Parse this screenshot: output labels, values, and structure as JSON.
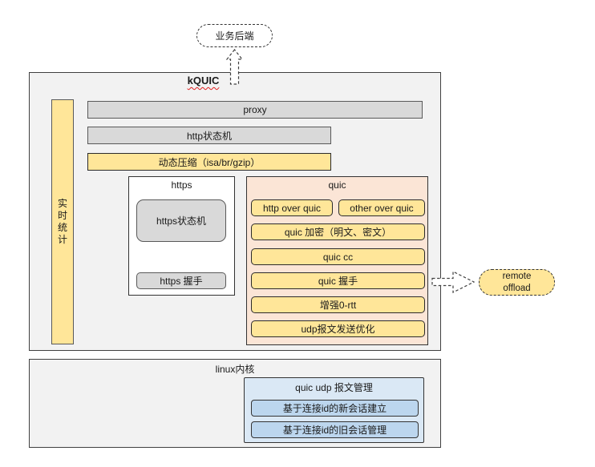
{
  "colors": {
    "canvas-bg": "#ffffff",
    "panel-bg": "#f2f2f2",
    "panel-border": "#404040",
    "gray-fill": "#d9d9d9",
    "gray-border": "#595959",
    "yellow-fill": "#ffe699",
    "yellow-border": "#2b2b2b",
    "peach-fill": "#fbe5d6",
    "blue-fill": "#dae8f5",
    "blue-row-fill": "#bcd6ee",
    "dark-border": "#333333",
    "squiggle": "#e01e1e"
  },
  "backend": {
    "label": "业务后端"
  },
  "kquic": {
    "title": "kQUIC",
    "stats": {
      "label": "实时统计",
      "chars": [
        "实",
        "时",
        "统",
        "计"
      ]
    },
    "proxy": "proxy",
    "http_state_machine": "http状态机",
    "dynamic_compression": "动态压缩（isa/br/gzip）",
    "https": {
      "title": "https",
      "state_machine": "https状态机",
      "handshake": "https 握手"
    },
    "quic": {
      "title": "quic",
      "http_over_quic": "http over quic",
      "other_over_quic": "other over quic",
      "rows": [
        "quic 加密（明文、密文）",
        "quic cc",
        "quic 握手",
        "增强0-rtt",
        "udp报文发送优化"
      ]
    }
  },
  "remote_offload": {
    "line1": "remote",
    "line2": "offload"
  },
  "linux": {
    "title": "linux内核",
    "udp_mgmt": {
      "title": "quic udp 报文管理",
      "rows": [
        "基于连接id的新会话建立",
        "基于连接id的旧会话管理"
      ]
    }
  }
}
